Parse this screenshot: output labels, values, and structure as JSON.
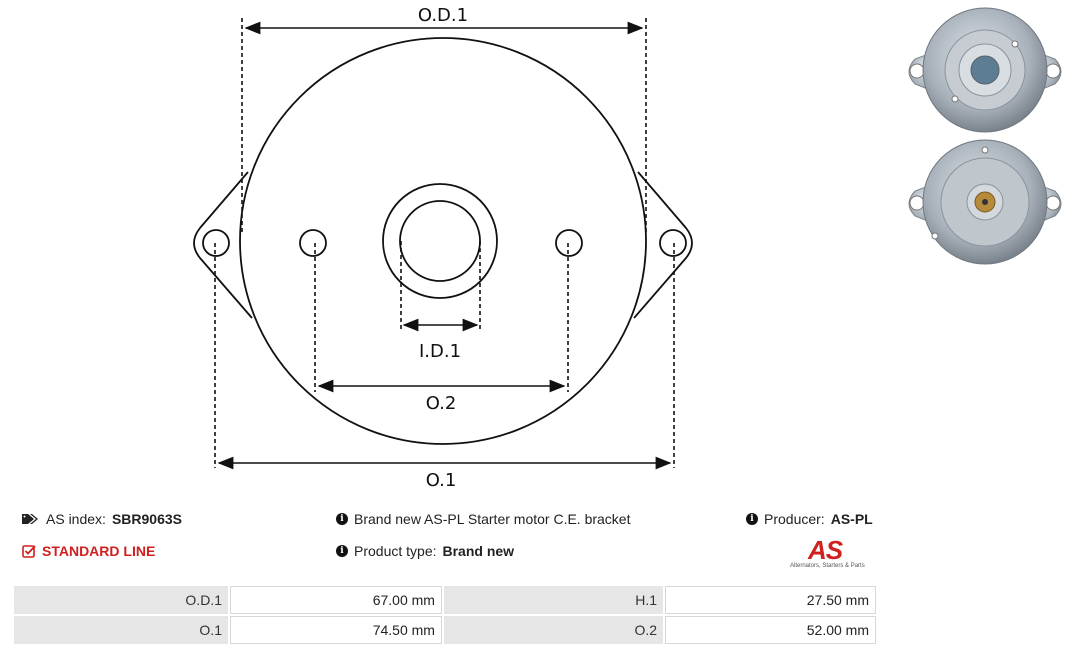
{
  "diagram": {
    "labels": {
      "od1": "O.D.1",
      "id1": "I.D.1",
      "o2": "O.2",
      "o1": "O.1"
    }
  },
  "info": {
    "as_index_label": "AS index:",
    "as_index_value": "SBR9063S",
    "line_badge": "STANDARD LINE",
    "description": "Brand new AS-PL Starter motor C.E. bracket",
    "product_type_label": "Product type:",
    "product_type_value": "Brand new",
    "producer_label": "Producer:",
    "producer_value": "AS-PL"
  },
  "logo": {
    "mark": "AS",
    "tagline": "Alternators, Starters & Parts"
  },
  "specs": [
    {
      "k1": "O.D.1",
      "v1": "67.00  mm",
      "k2": "H.1",
      "v2": "27.50 mm"
    },
    {
      "k1": "O.1",
      "v1": "74.50 mm",
      "k2": "O.2",
      "v2": "52.00 mm"
    }
  ],
  "colors": {
    "brand_red": "#d0201f",
    "table_label_bg": "#e6e6e6"
  },
  "icons": [
    "tags-icon",
    "info-icon",
    "check-square-icon"
  ]
}
